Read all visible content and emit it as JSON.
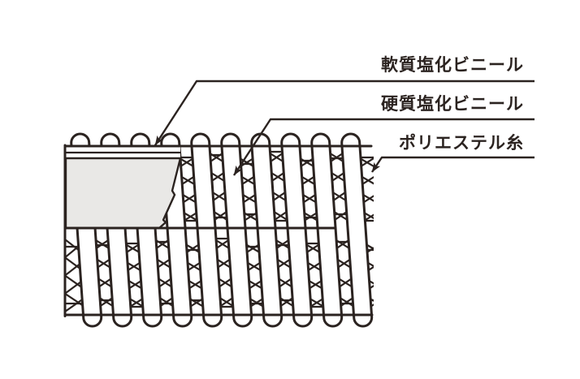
{
  "diagram": {
    "labels": {
      "soft_pvc": "軟質塩化ビニール",
      "hard_pvc": "硬質塩化ビニール",
      "polyester_thread": "ポリエステル糸"
    },
    "colors": {
      "line": "#2b2320",
      "soft_pvc_fill": "#e9e8e6",
      "background": "#ffffff"
    }
  }
}
